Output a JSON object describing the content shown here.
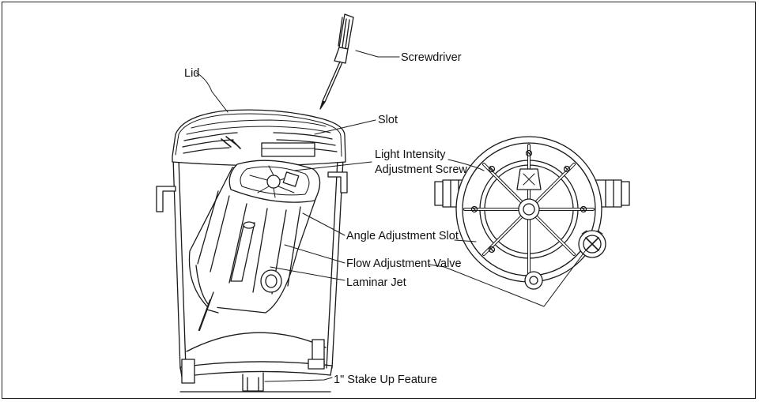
{
  "figure": {
    "labels": {
      "lid": "Lid",
      "screwdriver": "Screwdriver",
      "slot": "Slot",
      "light_intensity_line1": "Light Intensity",
      "light_intensity_line2": "Adjustment Screw",
      "angle_adjustment_slot": "Angle Adjustment Slot",
      "flow_adjustment_valve": "Flow Adjustment Valve",
      "laminar_jet": "Laminar Jet",
      "stake_up_feature": "1\" Stake Up Feature"
    }
  }
}
